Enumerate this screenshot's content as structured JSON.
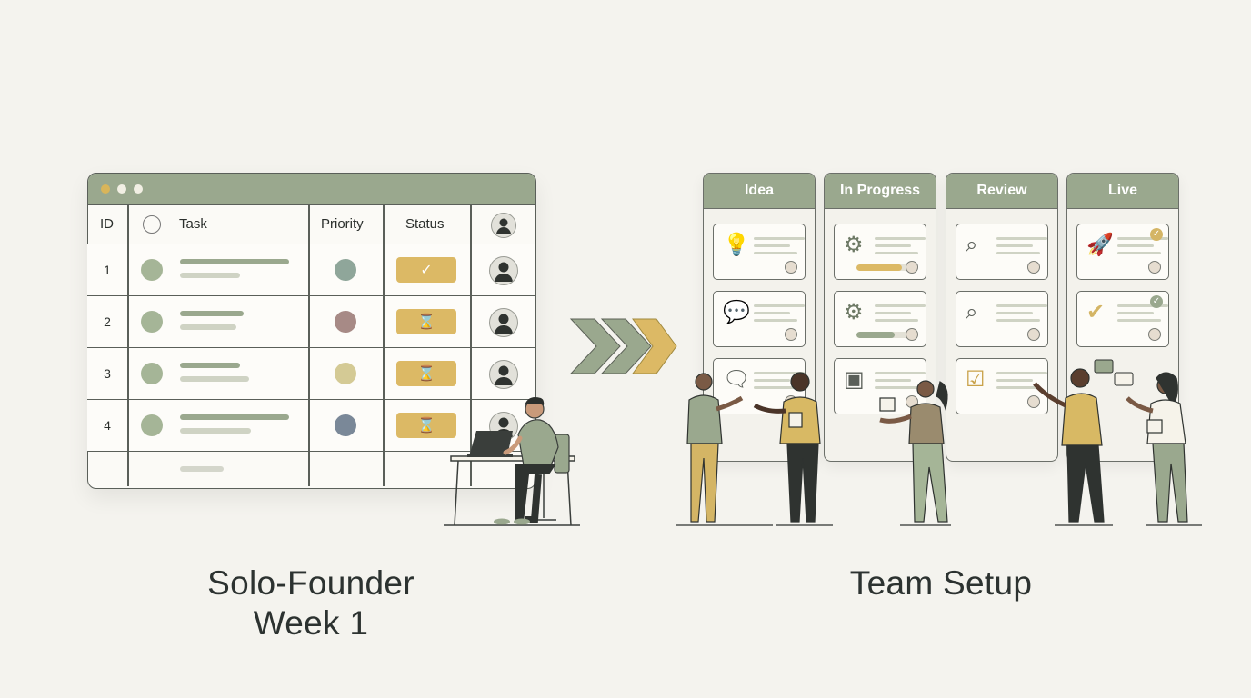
{
  "spreadsheet": {
    "headers": {
      "id": "ID",
      "task": "Task",
      "priority": "Priority",
      "status": "Status"
    },
    "rows": [
      {
        "id": "1",
        "priority_color": "#8fa69a",
        "status": "done"
      },
      {
        "id": "2",
        "priority_color": "#a78a86",
        "status": "pending"
      },
      {
        "id": "3",
        "priority_color": "#d4ca95",
        "status": "pending"
      },
      {
        "id": "4",
        "priority_color": "#7a8898",
        "status": "pending"
      }
    ],
    "status_icons": {
      "done": "✓",
      "pending": "⌛"
    }
  },
  "kanban": {
    "columns": [
      {
        "label": "Idea"
      },
      {
        "label": "In Progress"
      },
      {
        "label": "Review"
      },
      {
        "label": "Live"
      }
    ]
  },
  "captions": {
    "left_line1": "Solo-Founder",
    "left_line2": "Week 1",
    "right": "Team Setup"
  },
  "colors": {
    "sage": "#9aa88e",
    "mustard": "#dcb965",
    "background": "#f4f3ee",
    "ink": "#2b2f2c"
  }
}
